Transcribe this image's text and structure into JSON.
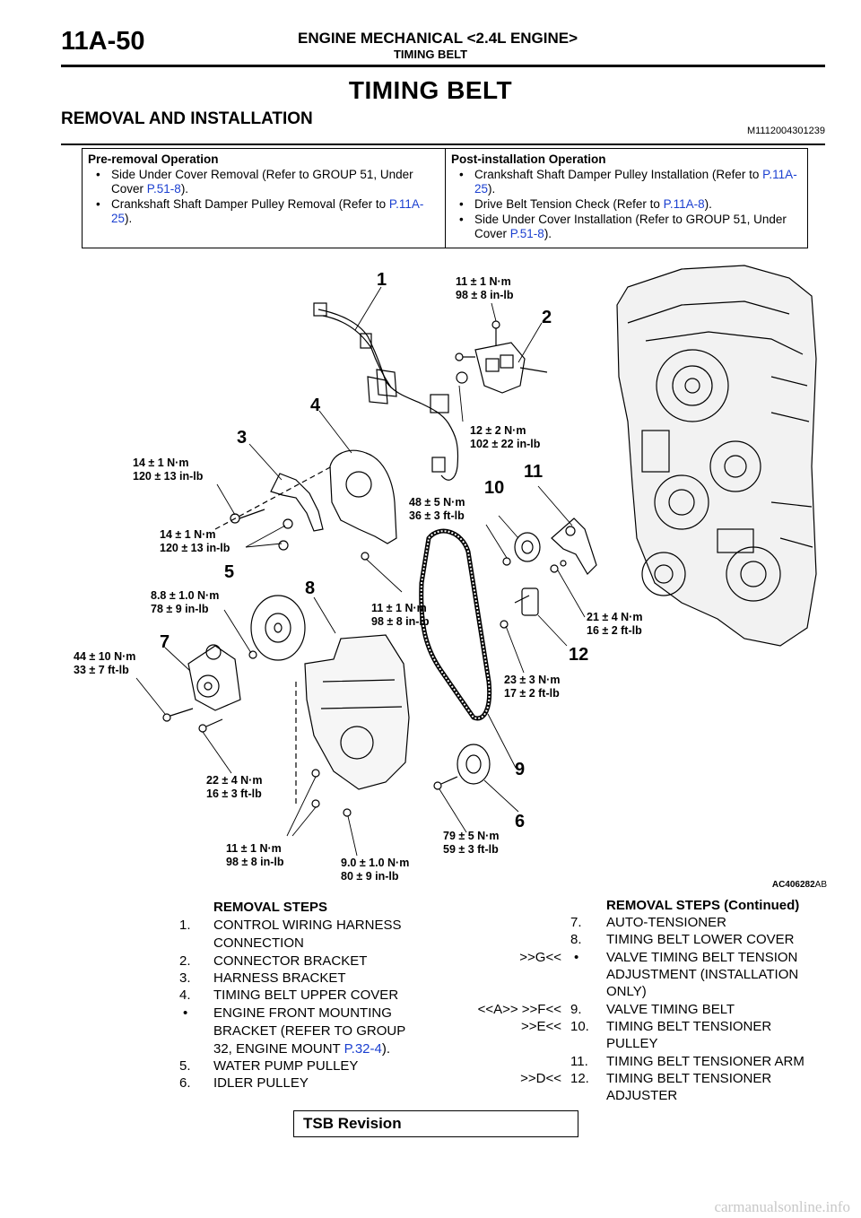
{
  "header": {
    "code": "11A-50",
    "title": "ENGINE MECHANICAL <2.4L ENGINE>",
    "subtitle": "TIMING BELT"
  },
  "page_title": "TIMING BELT",
  "section": {
    "title": "REMOVAL AND INSTALLATION",
    "code": "M1112004301239"
  },
  "operations": {
    "pre": {
      "heading": "Pre-removal Operation",
      "items": [
        {
          "text": "Side Under Cover Removal (Refer to GROUP 51, Under Cover ",
          "link": "P.51-8",
          "tail": ")."
        },
        {
          "text": "Crankshaft Shaft Damper Pulley Removal (Refer to ",
          "link": "P.11A-25",
          "tail": ")."
        }
      ]
    },
    "post": {
      "heading": "Post-installation Operation",
      "items": [
        {
          "text": "Crankshaft Shaft Damper Pulley Installation (Refer to ",
          "link": "P.11A-25",
          "tail": ")."
        },
        {
          "text": "Drive Belt Tension Check (Refer to ",
          "link": "P.11A-8",
          "tail": ")."
        },
        {
          "text": "Side Under Cover Installation (Refer to GROUP 51, Under Cover ",
          "link": "P.51-8",
          "tail": ")."
        }
      ]
    }
  },
  "diagram": {
    "figure_id": "AC406282",
    "figure_suffix": "AB",
    "callouts": [
      "1",
      "2",
      "3",
      "4",
      "5",
      "6",
      "7",
      "8",
      "9",
      "10",
      "11",
      "12"
    ],
    "torques": [
      {
        "nm": "11 ± 1 N·m",
        "imp": "98 ± 8 in-lb"
      },
      {
        "nm": "12 ± 2 N·m",
        "imp": "102 ± 22 in-lb"
      },
      {
        "nm": "14 ± 1 N·m",
        "imp": "120 ± 13 in-lb"
      },
      {
        "nm": "14 ± 1 N·m",
        "imp": "120 ± 13 in-lb"
      },
      {
        "nm": "48 ± 5 N·m",
        "imp": "36 ± 3 ft-lb"
      },
      {
        "nm": "8.8 ± 1.0 N·m",
        "imp": "78 ± 9 in-lb"
      },
      {
        "nm": "11 ± 1 N·m",
        "imp": "98 ± 8 in-lb"
      },
      {
        "nm": "44 ± 10 N·m",
        "imp": "33 ± 7 ft-lb"
      },
      {
        "nm": "21 ± 4 N·m",
        "imp": "16 ± 2 ft-lb"
      },
      {
        "nm": "23 ± 3 N·m",
        "imp": "17 ± 2 ft-lb"
      },
      {
        "nm": "22 ± 4 N·m",
        "imp": "16 ± 3 ft-lb"
      },
      {
        "nm": "11 ± 1 N·m",
        "imp": "98 ± 8 in-lb"
      },
      {
        "nm": "9.0 ± 1.0 N·m",
        "imp": "80 ± 9 in-lb"
      },
      {
        "nm": "79 ± 5 N·m",
        "imp": "59 ± 3 ft-lb"
      }
    ]
  },
  "removal_steps": {
    "heading": "REMOVAL STEPS",
    "rows": [
      {
        "num": "1.",
        "lines": [
          "CONTROL WIRING HARNESS",
          "CONNECTION"
        ]
      },
      {
        "num": "2.",
        "lines": [
          "CONNECTOR BRACKET"
        ]
      },
      {
        "num": "3.",
        "lines": [
          "HARNESS BRACKET"
        ]
      },
      {
        "num": "4.",
        "lines": [
          "TIMING BELT UPPER COVER"
        ]
      },
      {
        "num": "•",
        "lines": [
          "ENGINE FRONT MOUNTING",
          "BRACKET (REFER TO GROUP",
          "32, ENGINE MOUNT "
        ],
        "link": "P.32-4",
        "tail": ")."
      },
      {
        "num": "5.",
        "lines": [
          "WATER PUMP PULLEY"
        ]
      },
      {
        "num": "6.",
        "lines": [
          "IDLER PULLEY"
        ]
      }
    ]
  },
  "removal_steps_cont": {
    "heading": "REMOVAL STEPS (Continued)",
    "rows": [
      {
        "ref": "",
        "num": "7.",
        "lines": [
          "AUTO-TENSIONER"
        ]
      },
      {
        "ref": "",
        "num": "8.",
        "lines": [
          "TIMING BELT LOWER COVER"
        ]
      },
      {
        "ref": ">>G<<",
        "num": "•",
        "lines": [
          "VALVE TIMING BELT TENSION",
          "ADJUSTMENT (INSTALLATION",
          "ONLY)"
        ]
      },
      {
        "ref": "<<A>>  >>F<<",
        "num": "9.",
        "lines": [
          "VALVE TIMING BELT"
        ]
      },
      {
        "ref": ">>E<<",
        "num": "10.",
        "lines": [
          "TIMING BELT TENSIONER",
          "PULLEY"
        ]
      },
      {
        "ref": "",
        "num": "11.",
        "lines": [
          "TIMING BELT TENSIONER ARM"
        ]
      },
      {
        "ref": ">>D<<",
        "num": "12.",
        "lines": [
          "TIMING BELT TENSIONER",
          "ADJUSTER"
        ]
      }
    ]
  },
  "tsb_label": "TSB Revision",
  "watermark": "carmanualsonline.info"
}
